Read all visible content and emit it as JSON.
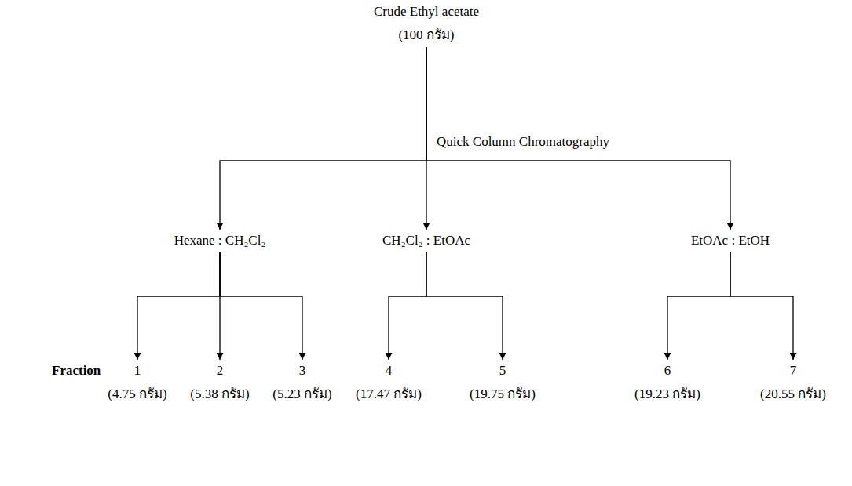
{
  "diagram": {
    "nodes": [
      {
        "text": [
          "Crude Ethyl acetate",
          "(100 กรัม)"
        ]
      },
      {
        "text": [
          "Hexane : CH₂Cl₂"
        ]
      },
      {
        "text": [
          "CH₂Cl₂ : EtOAc"
        ]
      },
      {
        "text": [
          "EtOAc : EtOH"
        ]
      },
      {
        "text": [
          "1",
          "(4.75 กรัม)"
        ]
      },
      {
        "text": [
          "2",
          "(5.38 กรัม)"
        ]
      },
      {
        "text": [
          "3",
          "(5.23 กรัม)"
        ]
      },
      {
        "text": [
          "4",
          "(17.47 กรัม)"
        ]
      },
      {
        "text": [
          "5",
          "(19.75 กรัม)"
        ]
      },
      {
        "text": [
          "6",
          "(19.23 กรัม)"
        ]
      },
      {
        "text": [
          "7",
          "(20.55 กรัม)"
        ]
      }
    ],
    "edges": [
      {
        "from": 0,
        "to": 1,
        "arrow": "to"
      },
      {
        "from": 0,
        "to": 2,
        "arrow": "to"
      },
      {
        "from": 0,
        "to": 3,
        "arrow": "to"
      },
      {
        "from": 1,
        "to": 4,
        "arrow": "to"
      },
      {
        "from": 1,
        "to": 5,
        "arrow": "to"
      },
      {
        "from": 1,
        "to": 6,
        "arrow": "to"
      },
      {
        "from": 2,
        "to": 7,
        "arrow": "to"
      },
      {
        "from": 2,
        "to": 8,
        "arrow": "to"
      },
      {
        "from": 3,
        "to": 9,
        "arrow": "to"
      },
      {
        "from": 3,
        "to": 10,
        "arrow": "to"
      }
    ],
    "labels": [
      "Quick Column Chromatography",
      "Fraction"
    ]
  }
}
